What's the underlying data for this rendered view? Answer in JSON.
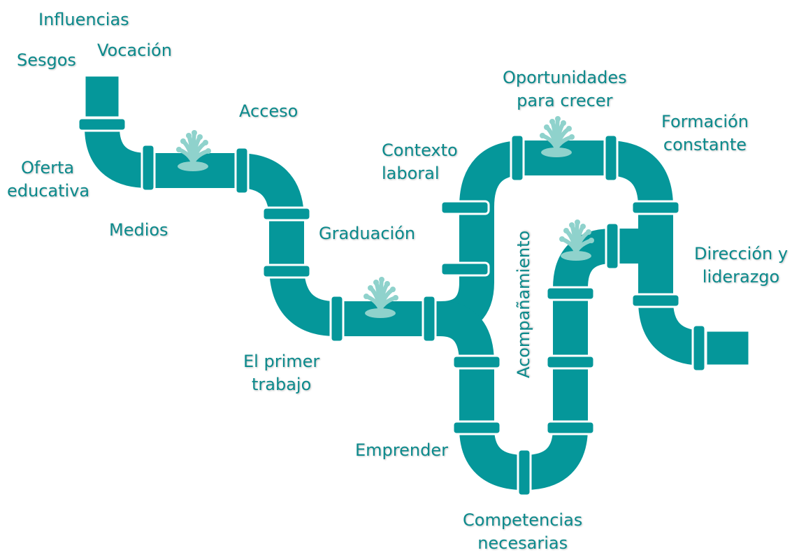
{
  "colors": {
    "pipe": "#05979a",
    "joint": "#05979a",
    "splash": "#8fd2cc",
    "text": "#0c8a8c"
  },
  "labels": {
    "influencias": "Influencias",
    "sesgos": "Sesgos",
    "vocacion": "Vocación",
    "oferta_line1": "Oferta",
    "oferta_line2": "educativa",
    "medios": "Medios",
    "acceso": "Acceso",
    "graduacion": "Graduación",
    "primer_line1": "El primer",
    "primer_line2": "trabajo",
    "contexto_line1": "Contexto",
    "contexto_line2": "laboral",
    "oportunidades_line1": "Oportunidades",
    "oportunidades_line2": "para crecer",
    "formacion_line1": "Formación",
    "formacion_line2": "constante",
    "acompanamiento": "Acompañamiento",
    "direccion_line1": "Dirección y",
    "direccion_line2": "liderazgo",
    "emprender": "Emprender",
    "competencias_line1": "Competencias",
    "competencias_line2": "necesarias"
  },
  "icons": [
    "leak-splash-icon"
  ]
}
